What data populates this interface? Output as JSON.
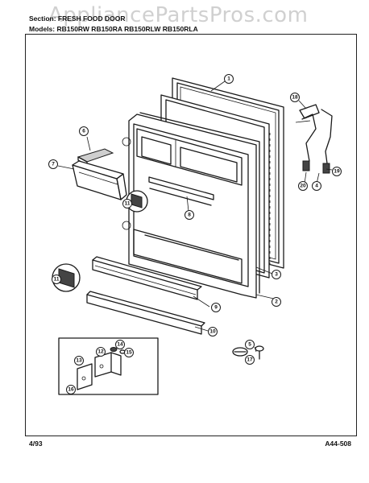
{
  "watermark": "AppliancePartsPros.com",
  "header": {
    "section": "Section: FRESH FOOD DOOR",
    "models": "Models: RB150RW RB150RA RB150RLW RB150RLA"
  },
  "footer": {
    "date": "4/93",
    "code": "A44-508"
  },
  "callouts": [
    "1",
    "2",
    "3",
    "4",
    "5",
    "6",
    "7",
    "8",
    "9",
    "10",
    "11",
    "11",
    "12",
    "13",
    "14",
    "15",
    "16",
    "17",
    "18",
    "19",
    "20"
  ]
}
